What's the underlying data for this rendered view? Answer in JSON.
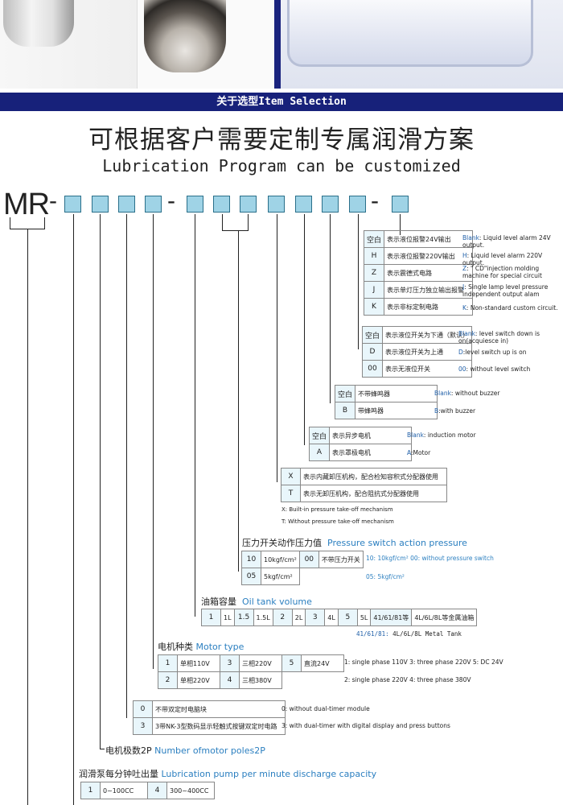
{
  "banner": "关于选型Item Selection",
  "heading_cn": "可根据客户需要定制专属润滑方案",
  "heading_en": "Lubrication Program can be customized",
  "model": {
    "prefix": "MR",
    "dash": "-"
  },
  "level_switch_alarm": {
    "rows": [
      {
        "code": "空白",
        "cn": "表示液位报警24V输出",
        "en_code": "Blank",
        "en": ": Liquid level alarm 24V output."
      },
      {
        "code": "H",
        "cn": "表示液位报警220V输出",
        "en_code": "H",
        "en": ": Liquid level alarm 220V output."
      },
      {
        "code": "Z",
        "cn": "表示震德式电路",
        "en_code": "Z",
        "en": ": \" CD\"injection molding machine for special circuit"
      },
      {
        "code": "J",
        "cn": "表示单灯压力独立输出报警",
        "en_code": "J",
        "en": ": Single lamp level pressure independent output alam"
      },
      {
        "code": "K",
        "cn": "表示非标定制电路",
        "en_code": "K",
        "en": ": Non-standard custom circuit."
      }
    ]
  },
  "level_switch": {
    "rows": [
      {
        "code": "空白",
        "cn": "表示液位开关为下通（默认）",
        "en_code": "Blank",
        "en": ": level switch down is on(acquiesce in)"
      },
      {
        "code": "D",
        "cn": "表示液位开关为上通",
        "en_code": "D",
        "en": ":level switch up is on"
      },
      {
        "code": "00",
        "cn": "表示无液位开关",
        "en_code": "00",
        "en": ": without level switch"
      }
    ]
  },
  "buzzer": {
    "rows": [
      {
        "code": "空白",
        "cn": "不带蜂鸣器",
        "en_code": "Blank",
        "en": ": without buzzer"
      },
      {
        "code": "B",
        "cn": "带蜂鸣器",
        "en_code": "B",
        "en": ":with buzzer"
      }
    ]
  },
  "motor_kind": {
    "rows": [
      {
        "code": "空白",
        "cn": "表示异步电机",
        "en_code": "Blank",
        "en": ": induction motor"
      },
      {
        "code": "A",
        "cn": "表示罩极电机",
        "en_code": "A",
        "en": ":Motor"
      }
    ]
  },
  "mechanism": {
    "rows": [
      {
        "code": "X",
        "cn": "表示内藏卸压机构，配合检知容积式分配器使用"
      },
      {
        "code": "T",
        "cn": "表示无卸压机构，配合阻抗式分配器使用"
      }
    ],
    "notes": [
      "X: Built-in pressure take-off mechanism",
      "T: Without pressure take-off mechanism"
    ]
  },
  "pressure": {
    "title_cn": "压力开关动作压力值",
    "title_en": "Pressure switch action pressure",
    "cells": [
      "10",
      "10kgf/cm²",
      "00",
      "不带压力开关",
      "05",
      "5kgf/cm²"
    ],
    "legend": "10: 10kgf/cm²   00: without pressure switch",
    "legend2": "05: 5kgf/cm²"
  },
  "tank": {
    "title_cn": "油箱容量",
    "title_en": "Oil tank volume",
    "cells": [
      "1",
      "1L",
      "1.5",
      "1.5L",
      "2",
      "2L",
      "3",
      "4L",
      "5",
      "5L",
      "41/61/81等",
      "4L/6L/8L等金属油箱"
    ],
    "legend_key": "41/61/81:",
    "legend": " 4L/6L/8L Metal Tank"
  },
  "motor_type": {
    "title_cn": "电机种类",
    "title_en": "Motor type",
    "cells": [
      "1",
      "单相110V",
      "3",
      "三相220V",
      "5",
      "直流24V",
      "2",
      "单相220V",
      "4",
      "三相380V"
    ],
    "legend1": "1: single phase 110V   3: three phase 220V   5: DC 24V",
    "legend2": "2: single phase 220V   4: three phase 380V"
  },
  "timer": {
    "rows": [
      {
        "code": "0",
        "cn": "不带双定时电脑块",
        "en": "0: without dual-timer module"
      },
      {
        "code": "3",
        "cn": "3带NK-3型数码显示轻触式按键双定时电路",
        "en": "3: with dual-timer with digital display and press buttons"
      }
    ]
  },
  "poles": {
    "title_cn": "电机极数2P",
    "title_en": "Number ofmotor poles2P"
  },
  "discharge": {
    "title_cn": "润滑泵每分钟吐出量",
    "title_en": "Lubrication pump per minute discharge capacity",
    "cells": [
      "1",
      "0~100CC",
      "4",
      "300~400CC"
    ]
  }
}
